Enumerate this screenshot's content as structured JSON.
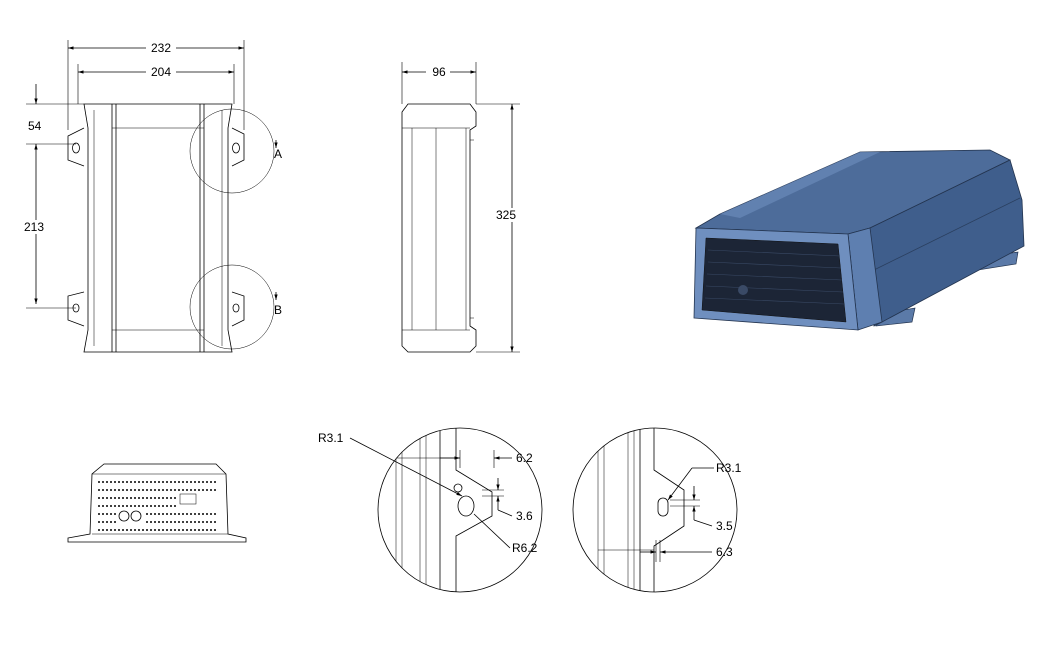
{
  "dimensions": {
    "front_outer_width": "232",
    "front_inner_width": "204",
    "top_to_hole": "54",
    "hole_spacing": "213",
    "side_depth": "96",
    "side_height": "325",
    "detail_a_letter": "A",
    "detail_b_letter": "B",
    "detail_a_slot_radius": "R3.1",
    "detail_a_offset": "6.2",
    "detail_a_slot_width": "3.6",
    "detail_a_head_radius": "R6.2",
    "detail_b_hole_radius": "R3.1",
    "detail_b_hole_width": "3.5",
    "detail_b_offset": "6.3"
  },
  "colors": {
    "body_blue": "#3f5e8c",
    "body_dark": "#2a3f5f",
    "body_light": "#6f8fbf",
    "grille": "#1c2536"
  }
}
